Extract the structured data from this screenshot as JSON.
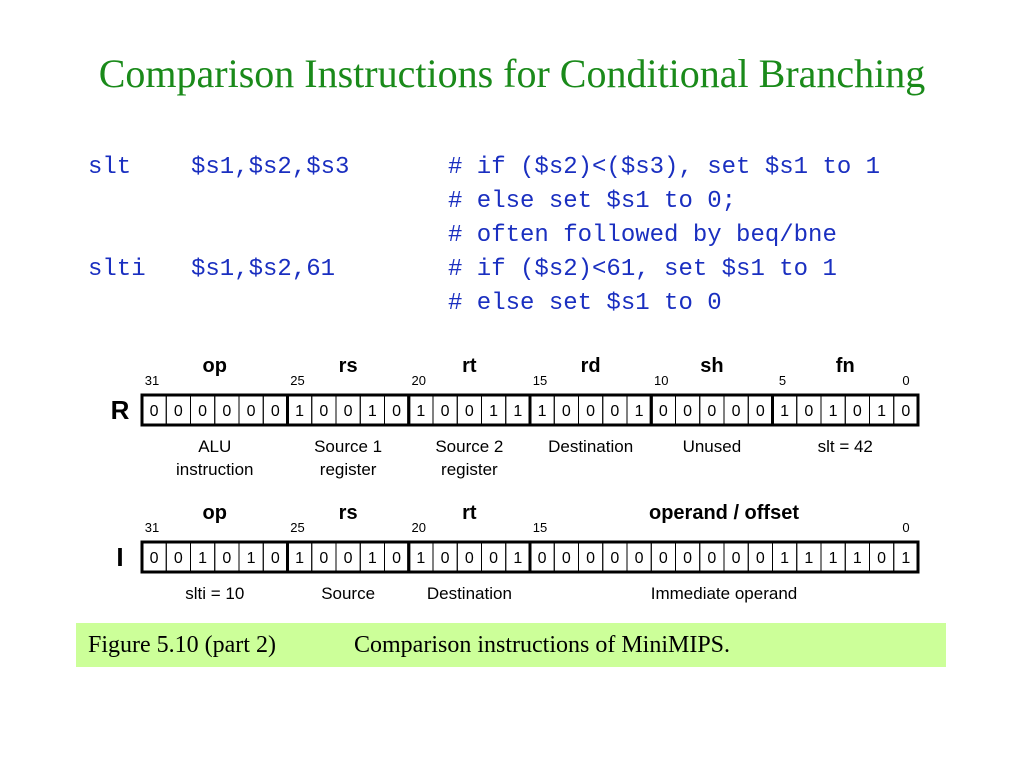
{
  "title": "Comparison Instructions for Conditional Branching",
  "code": [
    {
      "mnemonic": "slt",
      "operands": "$s1,$s2,$s3",
      "comment": "# if ($s2)<($s3), set $s1 to 1"
    },
    {
      "mnemonic": "",
      "operands": "",
      "comment": "# else set $s1 to 0;"
    },
    {
      "mnemonic": "",
      "operands": "",
      "comment": "# often followed by beq/bne"
    },
    {
      "mnemonic": "slti",
      "operands": "$s1,$s2,61",
      "comment": "# if ($s2)<61, set $s1 to 1"
    },
    {
      "mnemonic": "",
      "operands": "",
      "comment": "# else set $s1 to 0"
    }
  ],
  "formats": [
    {
      "letter": "R",
      "fields": [
        {
          "name": "op",
          "bits": "000000",
          "desc": [
            "ALU",
            "instruction"
          ]
        },
        {
          "name": "rs",
          "bits": "10010",
          "desc": [
            "Source 1",
            "register"
          ]
        },
        {
          "name": "rt",
          "bits": "10011",
          "desc": [
            "Source 2",
            "register"
          ]
        },
        {
          "name": "rd",
          "bits": "10001",
          "desc": [
            "Destination"
          ]
        },
        {
          "name": "sh",
          "bits": "00000",
          "desc": [
            "Unused"
          ]
        },
        {
          "name": "fn",
          "bits": "101010",
          "desc": [
            "slt = 42"
          ]
        }
      ],
      "bit_positions": [
        "31",
        "25",
        "20",
        "15",
        "10",
        "5",
        "0"
      ]
    },
    {
      "letter": "I",
      "fields": [
        {
          "name": "op",
          "bits": "001010",
          "desc": [
            "slti = 10"
          ]
        },
        {
          "name": "rs",
          "bits": "10010",
          "desc": [
            "Source"
          ]
        },
        {
          "name": "rt",
          "bits": "10001",
          "desc": [
            "Destination"
          ]
        },
        {
          "name": "operand / offset",
          "bits": "0000000000111101",
          "desc": [
            "Immediate operand"
          ]
        }
      ],
      "bit_positions": [
        "31",
        "25",
        "20",
        "15",
        "0"
      ]
    }
  ],
  "caption": {
    "number": "Figure 5.10 (part 2)",
    "text": "Comparison instructions of MiniMIPS."
  },
  "colors": {
    "title": "#1a8a1a",
    "code": "#1a2fc0",
    "caption_bg": "#ccff99"
  }
}
